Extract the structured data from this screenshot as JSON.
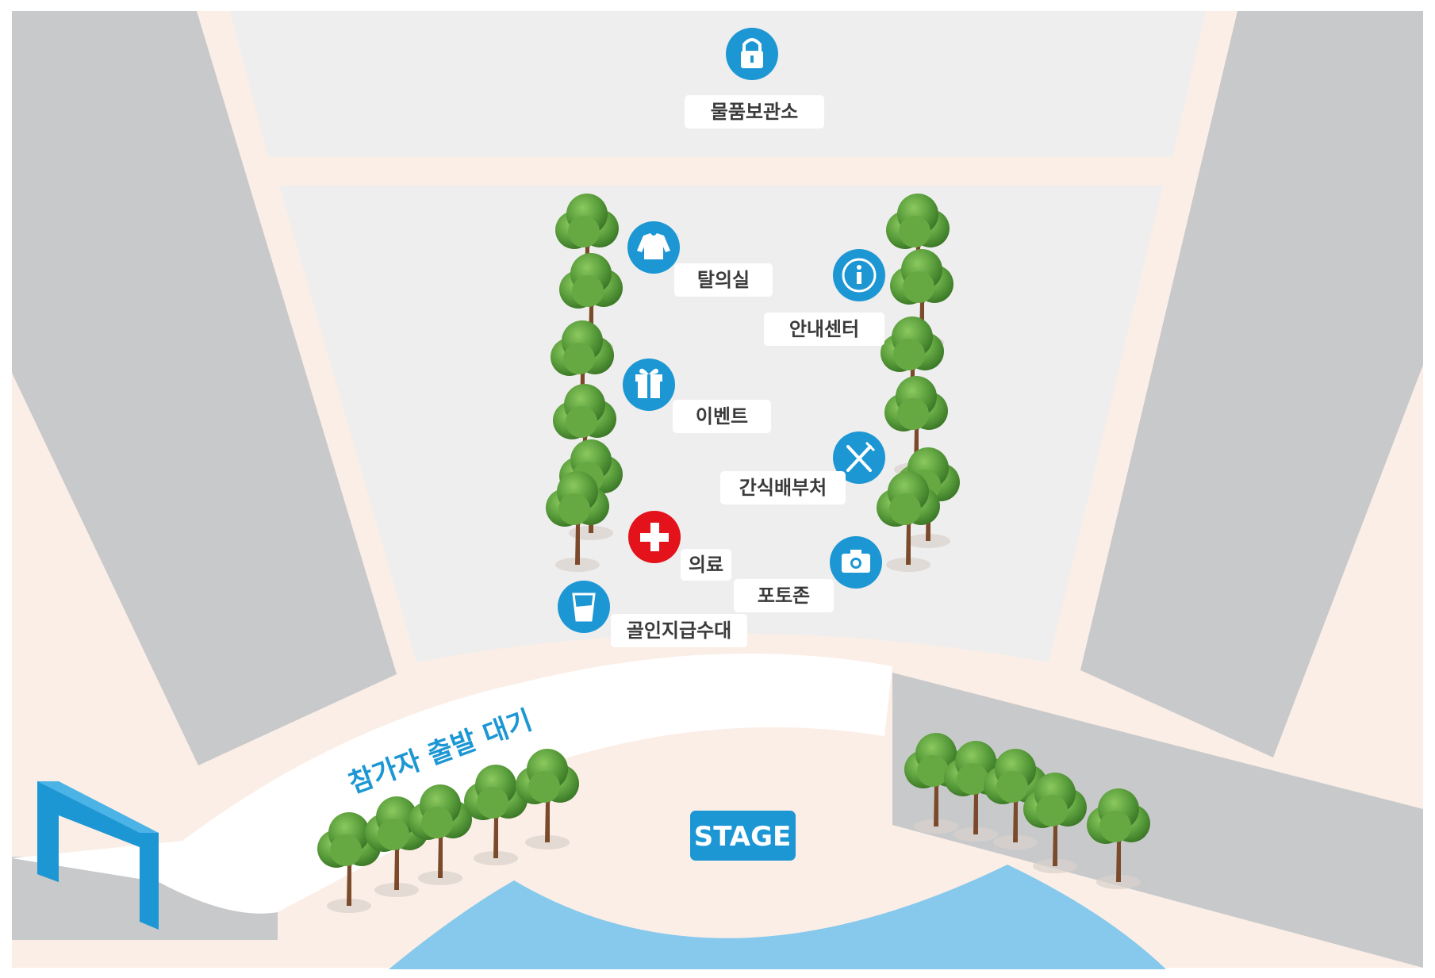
{
  "colors": {
    "background": "#fbeee6",
    "plaza": "#eeeeee",
    "building": "#c8c9cb",
    "accent": "#1d97d4",
    "medical": "#e3121b",
    "water": "#86c9ec",
    "path": "#ffffff",
    "tree": "#5a9e3c",
    "trunk": "#7a4a2a"
  },
  "facilities": {
    "storage": {
      "label": "물품보관소",
      "icon": "padlock-icon"
    },
    "changing": {
      "label": "탈의실",
      "icon": "shirt-icon"
    },
    "info": {
      "label": "안내센터",
      "icon": "info-icon"
    },
    "event": {
      "label": "이벤트",
      "icon": "gift-icon"
    },
    "snack": {
      "label": "간식배부처",
      "icon": "fork-knife-icon"
    },
    "medical": {
      "label": "의료",
      "icon": "medical-cross-icon"
    },
    "photo": {
      "label": "포토존",
      "icon": "camera-icon"
    },
    "water": {
      "label": "골인지급수대",
      "icon": "water-cup-icon"
    }
  },
  "stage": {
    "label": "STAGE"
  },
  "start_area": {
    "label": "참가자 출발 대기",
    "icon": "start-gate-icon"
  }
}
